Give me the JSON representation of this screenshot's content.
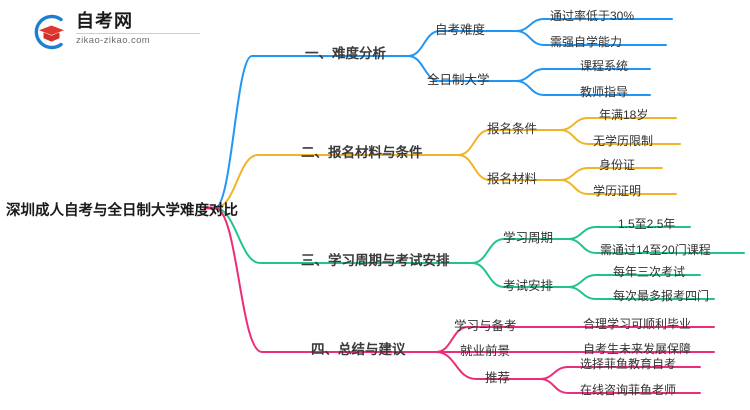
{
  "logo": {
    "name_cn": "自考网",
    "url": "zikao-zikao.com",
    "mark_icon": "graduation-cap-icon",
    "arc_color": "#1D7FD4",
    "cap_color": "#E0382F"
  },
  "mindmap": {
    "type": "mindmap",
    "root": "深圳成人自考与全日制大学难度对比",
    "branches": [
      {
        "label": "一、难度分析",
        "color": "#2196F3",
        "children": [
          {
            "label": "自考难度",
            "leaves": [
              "通过率低于30%",
              "需强自学能力"
            ]
          },
          {
            "label": "全日制大学",
            "leaves": [
              "课程系统",
              "教师指导"
            ]
          }
        ]
      },
      {
        "label": "二、报名材料与条件",
        "color": "#F0B429",
        "children": [
          {
            "label": "报名条件",
            "leaves": [
              "年满18岁",
              "无学历限制"
            ]
          },
          {
            "label": "报名材料",
            "leaves": [
              "身份证",
              "学历证明"
            ]
          }
        ]
      },
      {
        "label": "三、学习周期与考试安排",
        "color": "#22C38E",
        "children": [
          {
            "label": "学习周期",
            "leaves": [
              "1.5至2.5年",
              "需通过14至20门课程"
            ]
          },
          {
            "label": "考试安排",
            "leaves": [
              "每年三次考试",
              "每次最多报考四门"
            ]
          }
        ]
      },
      {
        "label": "四、总结与建议",
        "color": "#EC2D7A",
        "children": [
          {
            "label": "学习与备考",
            "leaves": [
              "合理学习可顺利毕业"
            ]
          },
          {
            "label": "就业前景",
            "leaves": [
              "自考生未来发展保障"
            ]
          },
          {
            "label": "推荐",
            "leaves": [
              "选择菲鱼教育自考",
              "在线咨询菲鱼老师"
            ]
          }
        ]
      }
    ]
  }
}
